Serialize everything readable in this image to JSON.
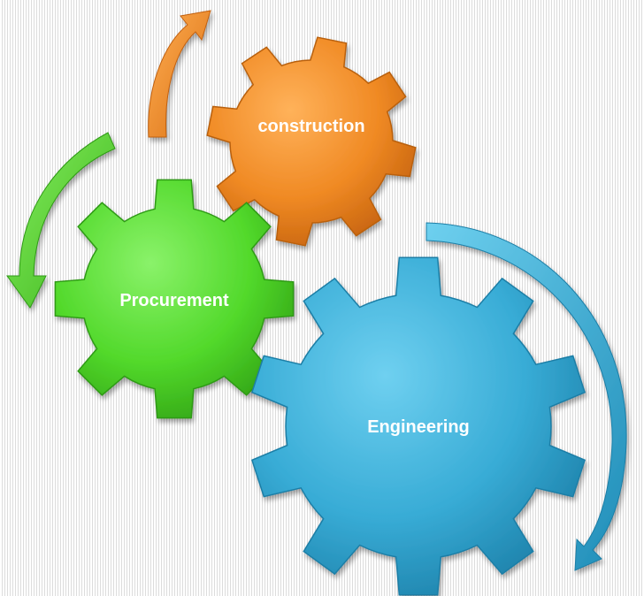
{
  "diagram": {
    "gears": {
      "construction": {
        "label": "construction",
        "color": "#f08a24"
      },
      "procurement": {
        "label": "Procurement",
        "color": "#5fdc3a"
      },
      "engineering": {
        "label": "Engineering",
        "color": "#3aaed8"
      }
    },
    "arrows": {
      "orange_arrow": {
        "color": "#f08a24"
      },
      "green_arrow": {
        "color": "#53c92c"
      },
      "blue_arrow": {
        "color": "#3aaed8"
      }
    }
  }
}
